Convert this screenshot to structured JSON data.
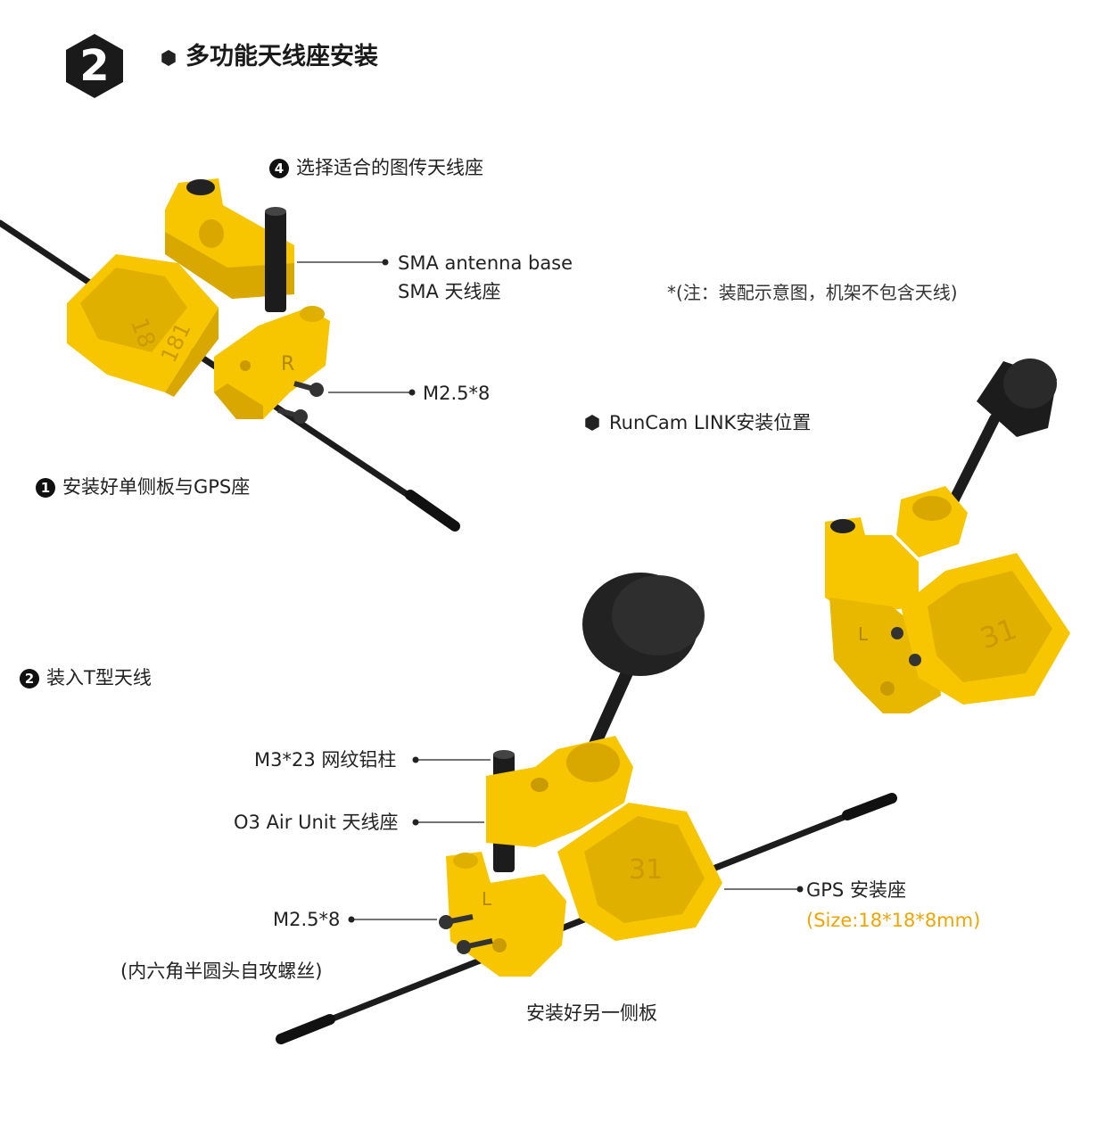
{
  "step_badge": "2",
  "section_title": "多功能天线座安装",
  "callouts": {
    "top_step": {
      "num": "4",
      "text": "选择适合的图传天线座"
    },
    "sma_en": "SMA antenna base",
    "sma_cn": "SMA 天线座",
    "note": "*(注：装配示意图，机架不包含天线)",
    "m25_top": "M2.5*8",
    "runcam": "RunCam LINK安装位置",
    "step1": {
      "num": "1",
      "text": "安装好单侧板与GPS座"
    },
    "step2": {
      "num": "2",
      "text": "装入T型天线"
    },
    "m3": "M3*23 网纹铝柱",
    "o3": "O3 Air Unit 天线座",
    "m25_bottom": "M2.5*8",
    "screw_desc": "(内六角半圆头自攻螺丝)",
    "gps": "GPS 安装座",
    "gps_size": "(Size:18*18*8mm)",
    "other_side": "安装好另一侧板"
  },
  "colors": {
    "yellow": "#f7c600",
    "yellow_dark": "#d9a800",
    "black": "#1c1c1c",
    "orange_text": "#f0a500"
  }
}
